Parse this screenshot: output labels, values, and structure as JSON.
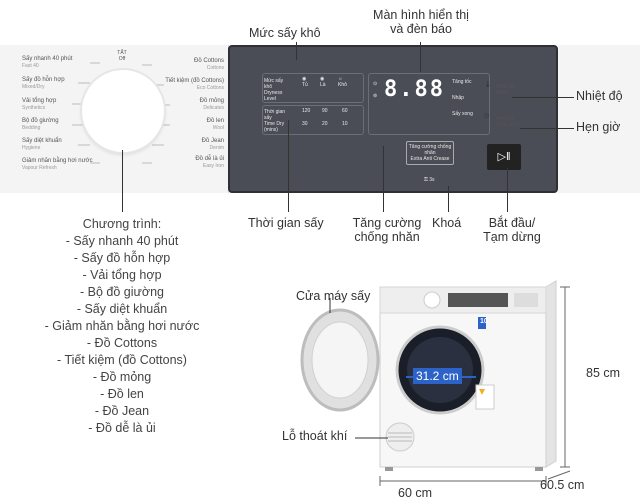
{
  "panel": {
    "off_label": "TẮT",
    "off_label_en": "Off",
    "programs_left": [
      {
        "vi": "Sấy nhanh 40 phút",
        "en": "Fast 40"
      },
      {
        "vi": "Sấy đồ hỗn hợp",
        "en": "Mixed/Dry"
      },
      {
        "vi": "Vải tổng hợp",
        "en": "Synthetics"
      },
      {
        "vi": "Bộ đồ giường",
        "en": "Bedding"
      },
      {
        "vi": "Sấy diệt khuẩn",
        "en": "Hygiene"
      },
      {
        "vi": "Giảm nhăn bằng hơi nước",
        "en": "Vapour Refresh"
      }
    ],
    "programs_right": [
      {
        "vi": "Đồ Cottons",
        "en": "Cottons"
      },
      {
        "vi": "Tiết kiệm (đồ Cottons)",
        "en": "Eco Cottons"
      },
      {
        "vi": "Đồ mỏng",
        "en": "Delicates"
      },
      {
        "vi": "Đồ len",
        "en": "Wool"
      },
      {
        "vi": "Đồ Jean",
        "en": "Denim"
      },
      {
        "vi": "Đồ dễ là ủi",
        "en": "Easy Iron"
      }
    ],
    "dryness_label": "Mức sấy",
    "dryness_sub": "khô",
    "dryness_en": "Dryness Level",
    "dryness_options": [
      "Tủ",
      "Là",
      "Khô"
    ],
    "time_label": "Thời gian sấy",
    "time_en": "Time Dry (mins)",
    "time_values": [
      "120",
      "90",
      "60",
      "30",
      "20",
      "10"
    ],
    "display_digits": "8.88",
    "indicator_labels": [
      "Tăng tốc",
      "Nhập",
      "Sấy xong"
    ],
    "antiwrinkle_label": "Tăng cường chống nhăn",
    "antiwrinkle_en": "Extra Anti Crease",
    "right_labels": [
      "Nhiệt độ",
      "Hẹn giờ"
    ],
    "right_labels_en": [
      "Temp",
      "Delay End"
    ],
    "start_symbol": "▷‖",
    "lock_label": "3s"
  },
  "callouts": {
    "dryness": "Mức sấy khô",
    "display_line1": "Màn hình hiển thị",
    "display_line2": "và đèn báo",
    "temperature": "Nhiệt độ",
    "timer": "Hẹn giờ",
    "drying_time": "Thời gian sấy",
    "anticrease_line1": "Tăng cường",
    "anticrease_line2": "chống nhăn",
    "lock": "Khoá",
    "start_line1": "Bắt đầu/",
    "start_line2": "Tạm dừng"
  },
  "programs_list": {
    "heading": "Chương trình:",
    "items": [
      "- Sấy nhanh 40 phút",
      "- Sấy đồ hỗn hợp",
      "- Vải tổng hợp",
      "- Bộ đồ giường",
      "- Sấy diệt khuẩn",
      "- Giảm nhăn bằng hơi nước",
      "- Đồ Cottons",
      "- Tiết kiệm (đồ Cottons)",
      "- Đồ mỏng",
      "- Đồ len",
      "- Đồ Jean",
      "- Đồ dễ là ủi"
    ]
  },
  "machine": {
    "door_label": "Cửa máy sấy",
    "door_diameter": "31.2 cm",
    "drain_label": "Lỗ thoát khí",
    "height": "85 cm",
    "width": "60 cm",
    "depth": "60.5 cm",
    "energy_badge": "10"
  },
  "colors": {
    "panel_dark": "#4a4d55",
    "door_measure": "#2c63c8",
    "text": "#333333"
  }
}
